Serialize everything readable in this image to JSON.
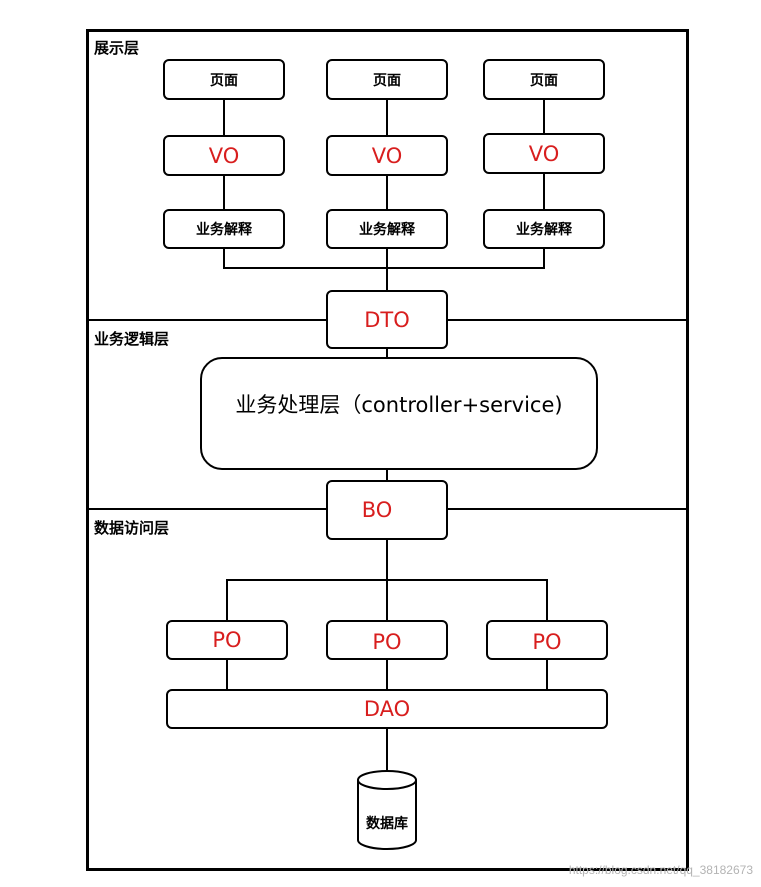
{
  "layers": {
    "presentation": "展示层",
    "business": "业务逻辑层",
    "data_access": "数据访问层"
  },
  "presentation": {
    "pages": [
      "页面",
      "页面",
      "页面"
    ],
    "vos": [
      "VO",
      "VO",
      "VO"
    ],
    "interpretations": [
      "业务解释",
      "业务解释",
      "业务解释"
    ]
  },
  "dto": "DTO",
  "business_processing": "业务处理层（controller+service)",
  "bo": "BO",
  "pos": [
    "PO",
    "PO",
    "PO"
  ],
  "dao": "DAO",
  "database": "数据库",
  "watermark": "https://blog.csdn.net/qq_38182673",
  "colors": {
    "object_label": "#d81e1e",
    "line": "#000000"
  }
}
